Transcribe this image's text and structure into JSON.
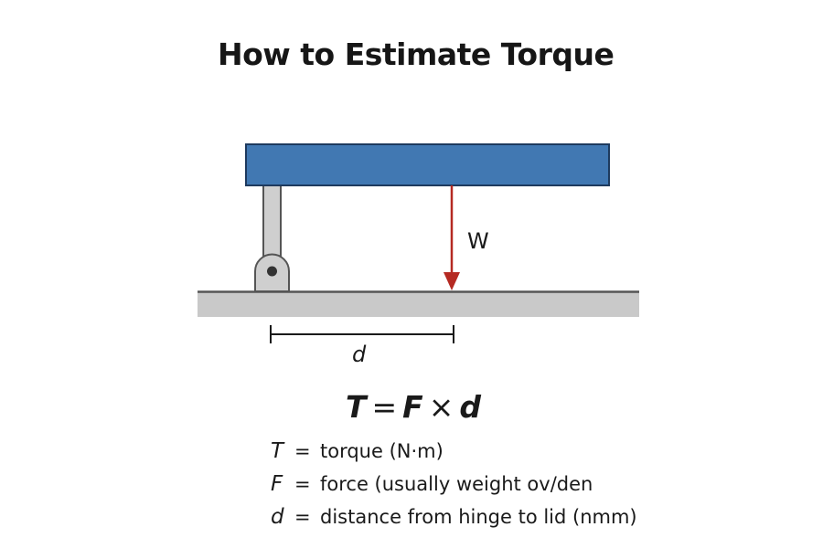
{
  "title": "How to Estimate Torque",
  "diagram": {
    "force_label": "W",
    "distance_label": "d",
    "colors": {
      "lid": "#4178b2",
      "lid_border": "#1e3a5e",
      "arrow": "#b52a22",
      "base": "#c9c9c9",
      "base_line": "#555555",
      "hinge": "#cfcfcf",
      "outline": "#555555"
    }
  },
  "formula": {
    "lhs": "T",
    "equals": "=",
    "f": "F",
    "times": "×",
    "d": "d"
  },
  "legend": [
    {
      "symbol": "T",
      "equals": "=",
      "text": "torque (N·m)"
    },
    {
      "symbol": "F",
      "equals": "=",
      "text": "force (usually weight ov/den"
    },
    {
      "symbol": "d",
      "equals": "=",
      "text": "distance from hinge to lid (nmm)"
    }
  ]
}
